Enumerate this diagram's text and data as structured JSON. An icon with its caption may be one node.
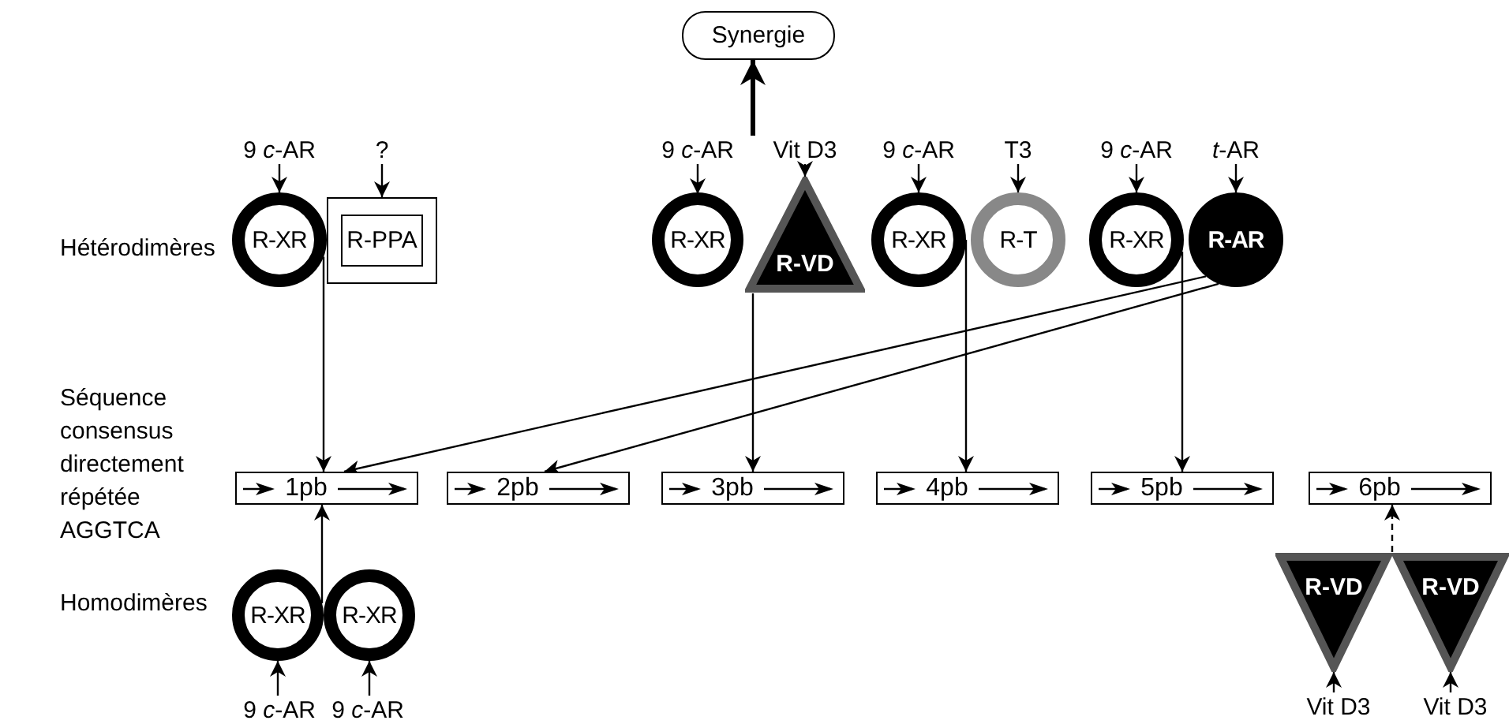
{
  "diagram": {
    "nodes": [
      {
        "text": [
          "Synergie"
        ]
      },
      {
        "text": [
          "9 *c*-AR"
        ]
      },
      {
        "text": [
          "?"
        ]
      },
      {
        "text": [
          "R-XR"
        ]
      },
      {
        "text": [
          "R-PPA"
        ]
      },
      {
        "text": [
          "9 *c*-AR"
        ]
      },
      {
        "text": [
          "Vit D3"
        ]
      },
      {
        "text": [
          "R-XR"
        ]
      },
      {
        "text": [
          "R-VD"
        ]
      },
      {
        "text": [
          "9 *c*-AR"
        ]
      },
      {
        "text": [
          "T3"
        ]
      },
      {
        "text": [
          "R-XR"
        ]
      },
      {
        "text": [
          "R-T"
        ]
      },
      {
        "text": [
          "9 *c*-AR"
        ]
      },
      {
        "text": [
          "*t*-AR"
        ]
      },
      {
        "text": [
          "R-XR"
        ]
      },
      {
        "text": [
          "R-AR"
        ]
      },
      {
        "text": [
          "1pb"
        ]
      },
      {
        "text": [
          "2pb"
        ]
      },
      {
        "text": [
          "3pb"
        ]
      },
      {
        "text": [
          "4pb"
        ]
      },
      {
        "text": [
          "5pb"
        ]
      },
      {
        "text": [
          "6pb"
        ]
      },
      {
        "text": [
          "R-XR"
        ]
      },
      {
        "text": [
          "R-XR"
        ]
      },
      {
        "text": [
          "R-VD"
        ]
      },
      {
        "text": [
          "R-VD"
        ]
      },
      {
        "text": [
          "9 *c*-AR"
        ]
      },
      {
        "text": [
          "9 *c*-AR"
        ]
      },
      {
        "text": [
          "Vit D3"
        ]
      },
      {
        "text": [
          "Vit D3"
        ]
      }
    ],
    "edges": [
      {
        "from": 6,
        "to": 0,
        "arrow": "to",
        "style": "thick"
      },
      {
        "from": 1,
        "to": 3,
        "arrow": "to"
      },
      {
        "from": 2,
        "to": 4,
        "arrow": "to"
      },
      {
        "from": 5,
        "to": 7,
        "arrow": "to"
      },
      {
        "from": 6,
        "to": 8,
        "arrow": "to"
      },
      {
        "from": 9,
        "to": 11,
        "arrow": "to"
      },
      {
        "from": 10,
        "to": 12,
        "arrow": "to"
      },
      {
        "from": 13,
        "to": 15,
        "arrow": "to"
      },
      {
        "from": 14,
        "to": 16,
        "arrow": "to"
      },
      {
        "from": 3,
        "to": 17,
        "arrow": "to"
      },
      {
        "from": 16,
        "to": 17,
        "arrow": "to"
      },
      {
        "from": 16,
        "to": 18,
        "arrow": "to"
      },
      {
        "from": 8,
        "to": 19,
        "arrow": "to"
      },
      {
        "from": 12,
        "to": 20,
        "arrow": "to"
      },
      {
        "from": 15,
        "to": 21,
        "arrow": "to"
      },
      {
        "from": 23,
        "to": 17,
        "arrow": "to"
      },
      {
        "from": 25,
        "to": 22,
        "arrow": "to",
        "style": "dashed"
      },
      {
        "from": 27,
        "to": 23,
        "arrow": "to"
      },
      {
        "from": 28,
        "to": 24,
        "arrow": "to"
      },
      {
        "from": 29,
        "to": 25,
        "arrow": "to"
      },
      {
        "from": 30,
        "to": 26,
        "arrow": "to"
      }
    ],
    "labels": [
      "Hétérodimères",
      "Séquence consensus directement répétée AGGTCA",
      "Homodimères"
    ]
  }
}
